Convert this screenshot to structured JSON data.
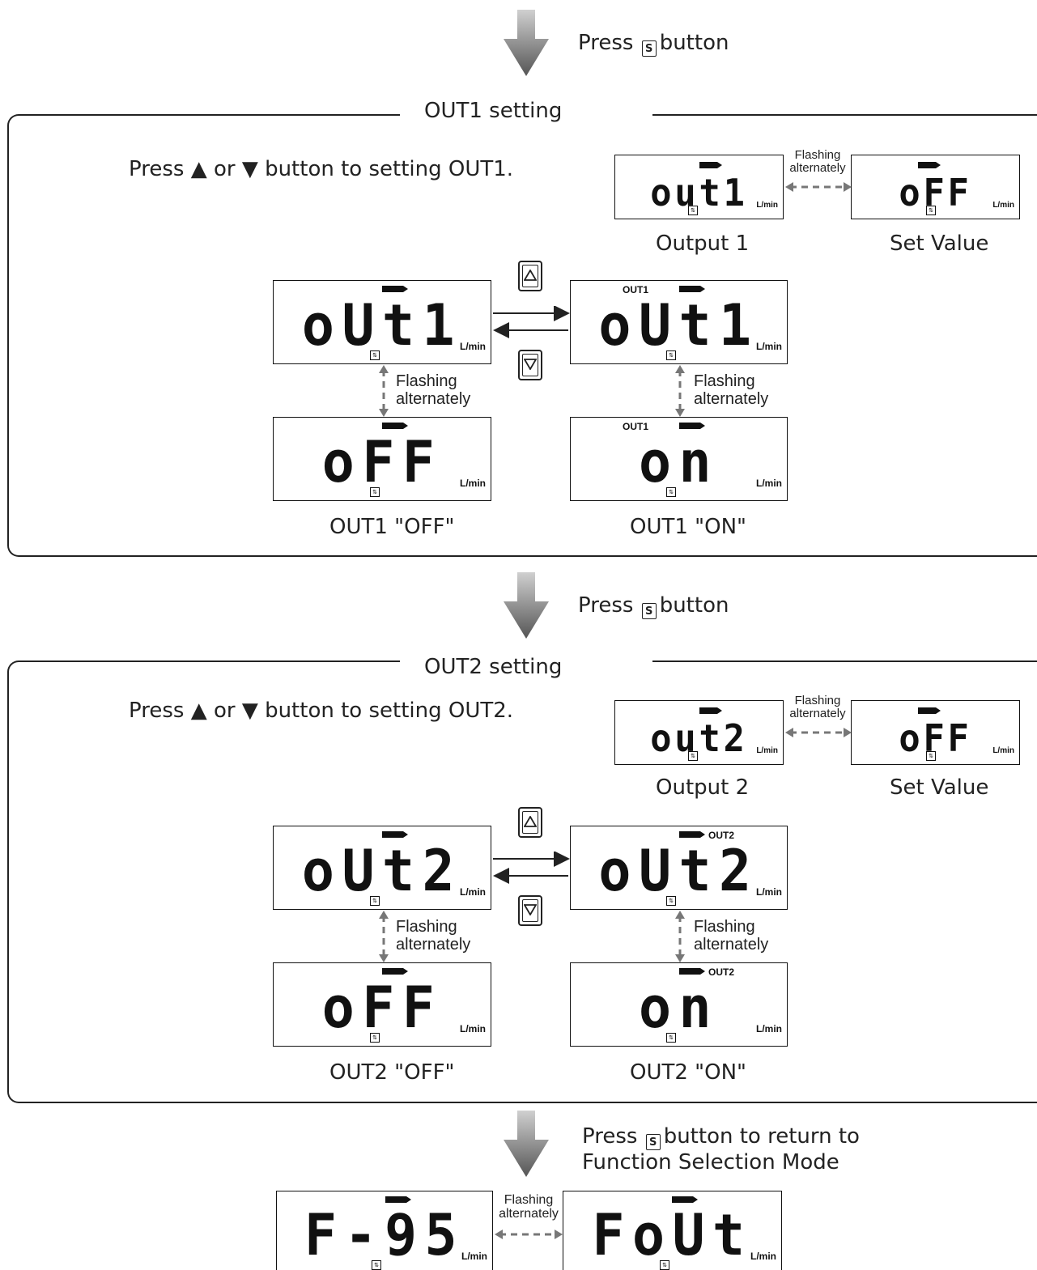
{
  "step1": {
    "press_label_a": "Press",
    "press_label_b": "button",
    "s_icon": "S"
  },
  "out1": {
    "title": "OUT1 setting",
    "instruction": "Press ▲ or ▼ button to setting OUT1.",
    "preview": {
      "left_display": "out1",
      "right_display": "oFF",
      "flash_label": "Flashing\nalternately",
      "left_caption": "Output 1",
      "right_caption": "Set Value",
      "unit": "L/min"
    },
    "displays": {
      "top_left": "oUt1",
      "top_right": "oUt1",
      "bottom_left": "oFF",
      "bottom_right": "on",
      "out_tag": "OUT1",
      "unit": "L/min"
    },
    "flash_label": "Flashing\nalternately",
    "caption_off": "OUT1 \"OFF\"",
    "caption_on": "OUT1 \"ON\""
  },
  "step2": {
    "press_label_a": "Press",
    "press_label_b": "button",
    "s_icon": "S"
  },
  "out2": {
    "title": "OUT2 setting",
    "instruction": "Press ▲ or ▼ button to setting OUT2.",
    "preview": {
      "left_display": "out2",
      "right_display": "oFF",
      "flash_label": "Flashing\nalternately",
      "left_caption": "Output 2",
      "right_caption": "Set Value",
      "unit": "L/min"
    },
    "displays": {
      "top_left": "oUt2",
      "top_right": "oUt2",
      "bottom_left": "oFF",
      "bottom_right": "on",
      "out_tag": "OUT2",
      "unit": "L/min"
    },
    "flash_label": "Flashing\nalternately",
    "caption_off": "OUT2 \"OFF\"",
    "caption_on": "OUT2 \"ON\""
  },
  "step3": {
    "press_label_a": "Press",
    "press_label_b": "button to return to",
    "press_label_line2": "Function Selection Mode",
    "s_icon": "S"
  },
  "final": {
    "left_display": "F-95",
    "right_display": "FoUt",
    "flash_label": "Flashing\nalternately",
    "unit": "L/min"
  }
}
